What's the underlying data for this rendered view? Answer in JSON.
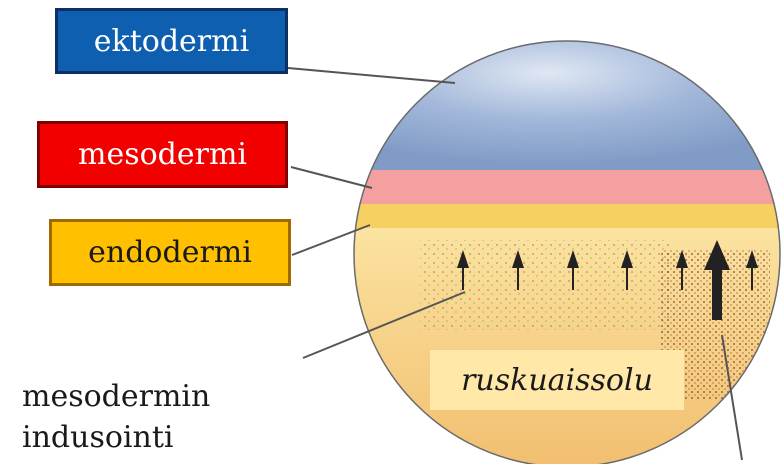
{
  "labels": {
    "ectoderm": "ektodermi",
    "mesoderm": "mesodermi",
    "endoderm": "endodermi",
    "induction_line1": "mesodermin",
    "induction_line2": "indusointi",
    "yolk_cell": "ruskuaissolu"
  },
  "colors": {
    "ectoderm": "#8ea9cf",
    "mesoderm": "#f4a0a0",
    "endoderm": "#f5d36a",
    "yolk": "#f2c27a",
    "ectoderm_box": "#0f5fb0",
    "mesoderm_box": "#f20000",
    "endoderm_box": "#ffc000"
  }
}
